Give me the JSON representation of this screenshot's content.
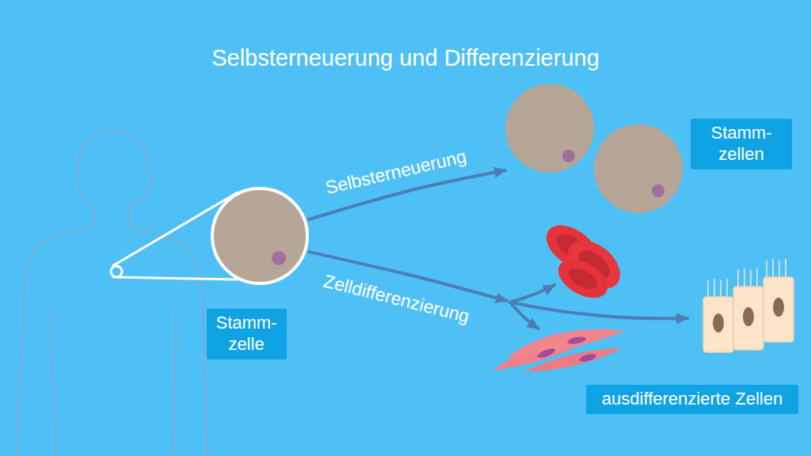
{
  "diagram": {
    "title": "Selbsterneuerung und Differenzierung",
    "nodes": [
      {
        "text": [
          "Stamm- zelle"
        ]
      },
      {
        "text": [
          "Stamm- zellen"
        ]
      },
      {
        "text": [
          "ausdifferenzierte Zellen"
        ]
      }
    ],
    "edges": [
      {
        "from": 0,
        "to": 1,
        "arrow": "to",
        "label": "Selbsterneuerung"
      },
      {
        "from": 0,
        "to": 2,
        "arrow": "to",
        "label": "Zelldifferenzierung"
      }
    ]
  }
}
